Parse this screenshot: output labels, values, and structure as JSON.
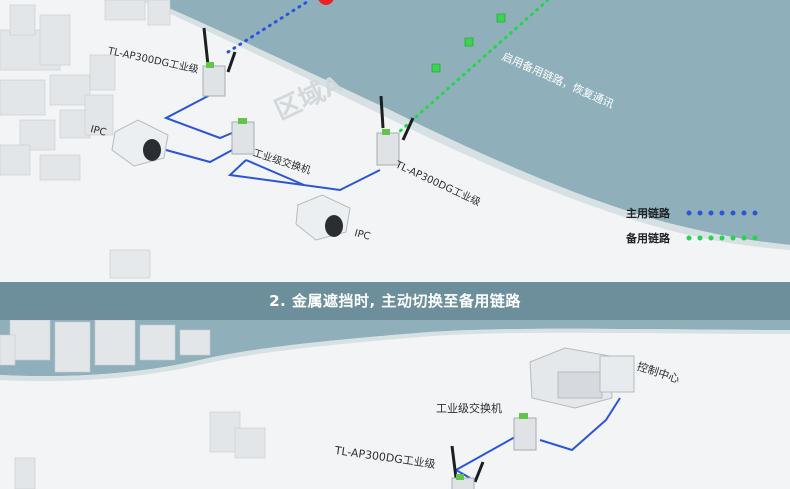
{
  "scene1": {
    "label_ap1": "TL-AP300DG工业级",
    "label_ap2": "TL-AP300DG工业级",
    "label_switch": "工业级交换机",
    "label_ipc1": "IPC",
    "label_ipc2": "IPC",
    "label_zone": "区域A",
    "label_backup_restore": "启用备用链路，恢复通讯",
    "legend": {
      "primary_label": "主用链路",
      "backup_label": "备用链路",
      "primary_color": "#2a55d9",
      "backup_color": "#22d64a"
    }
  },
  "banner": {
    "title": "2. 金属遮挡时, 主动切换至备用链路"
  },
  "scene2": {
    "label_switch": "工业级交换机",
    "label_control": "控制中心",
    "label_ap": "TL-AP300DG工业级"
  },
  "colors": {
    "river": "#8fb0bb",
    "river_dark": "#7fa2ae",
    "banner": "#6d8f9b",
    "cable": "#2a55d9",
    "wifi_backup": "#22d64a",
    "alert": "#e8232a"
  }
}
